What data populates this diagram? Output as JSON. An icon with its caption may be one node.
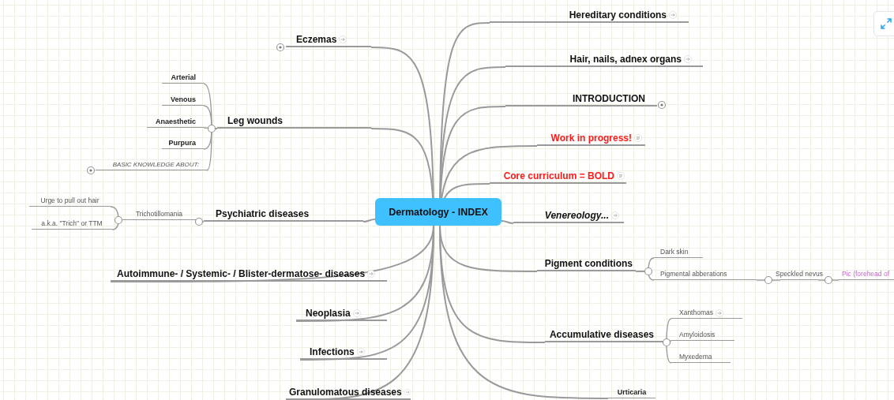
{
  "diagram": {
    "nodes": [
      {
        "text": [
          "Dermatology - INDEX"
        ]
      },
      {
        "text": [
          "Hereditary conditions"
        ]
      },
      {
        "text": [
          "Eczemas"
        ]
      },
      {
        "text": [
          "Hair, nails, adnex organs"
        ]
      },
      {
        "text": [
          "Arterial"
        ]
      },
      {
        "text": [
          "INTRODUCTION"
        ]
      },
      {
        "text": [
          "Venous"
        ]
      },
      {
        "text": [
          "Leg wounds"
        ]
      },
      {
        "text": [
          "Anaesthetic"
        ]
      },
      {
        "text": [
          "Purpura"
        ]
      },
      {
        "text": [
          "Work in progress!"
        ]
      },
      {
        "text": [
          "BASIC KNOWLEDGE ABOUT:"
        ]
      },
      {
        "text": [
          "Core curriculum = BOLD"
        ]
      },
      {
        "text": [
          "Urge to pull out hair"
        ]
      },
      {
        "text": [
          "Psychiatric diseases"
        ]
      },
      {
        "text": [
          "Trichotillomania"
        ]
      },
      {
        "text": [
          "a.k.a. \"Trich\" or TTM"
        ]
      },
      {
        "text": [
          "Venereology..."
        ]
      },
      {
        "text": [
          "Dark skin"
        ]
      },
      {
        "text": [
          "Pigment conditions"
        ]
      },
      {
        "text": [
          "Pigmental abberations"
        ]
      },
      {
        "text": [
          "Speckled nevus"
        ]
      },
      {
        "text": [
          "Pic (forehead of"
        ]
      },
      {
        "text": [
          "Autoimmune- / Systemic- / Blister-dermatose- diseases"
        ]
      },
      {
        "text": [
          "Xanthomas"
        ]
      },
      {
        "text": [
          "Neoplasia"
        ]
      },
      {
        "text": [
          "Accumulative diseases"
        ]
      },
      {
        "text": [
          "Amyloidosis"
        ]
      },
      {
        "text": [
          "Myxedema"
        ]
      },
      {
        "text": [
          "Infections"
        ]
      },
      {
        "text": [
          "Urticaria"
        ]
      },
      {
        "text": [
          "Granulomatous diseases"
        ]
      }
    ],
    "edges": [
      {
        "from": 0,
        "to": 1,
        "arrow": "none"
      },
      {
        "from": 0,
        "to": 2,
        "arrow": "none"
      },
      {
        "from": 0,
        "to": 3,
        "arrow": "none"
      },
      {
        "from": 0,
        "to": 5,
        "arrow": "none"
      },
      {
        "from": 0,
        "to": 7,
        "arrow": "none"
      },
      {
        "from": 0,
        "to": 10,
        "arrow": "none"
      },
      {
        "from": 0,
        "to": 12,
        "arrow": "none"
      },
      {
        "from": 0,
        "to": 14,
        "arrow": "none"
      },
      {
        "from": 0,
        "to": 17,
        "arrow": "none"
      },
      {
        "from": 0,
        "to": 19,
        "arrow": "none"
      },
      {
        "from": 0,
        "to": 23,
        "arrow": "none"
      },
      {
        "from": 0,
        "to": 25,
        "arrow": "none"
      },
      {
        "from": 0,
        "to": 26,
        "arrow": "none"
      },
      {
        "from": 0,
        "to": 29,
        "arrow": "none"
      },
      {
        "from": 0,
        "to": 30,
        "arrow": "none"
      },
      {
        "from": 0,
        "to": 31,
        "arrow": "none"
      },
      {
        "from": 7,
        "to": 4,
        "arrow": "none"
      },
      {
        "from": 7,
        "to": 6,
        "arrow": "none"
      },
      {
        "from": 7,
        "to": 8,
        "arrow": "none"
      },
      {
        "from": 7,
        "to": 9,
        "arrow": "none"
      },
      {
        "from": 7,
        "to": 11,
        "arrow": "none"
      },
      {
        "from": 14,
        "to": 15,
        "arrow": "none"
      },
      {
        "from": 15,
        "to": 13,
        "arrow": "none"
      },
      {
        "from": 15,
        "to": 16,
        "arrow": "none"
      },
      {
        "from": 19,
        "to": 18,
        "arrow": "none"
      },
      {
        "from": 19,
        "to": 20,
        "arrow": "none"
      },
      {
        "from": 20,
        "to": 21,
        "arrow": "none"
      },
      {
        "from": 21,
        "to": 22,
        "arrow": "none"
      },
      {
        "from": 26,
        "to": 24,
        "arrow": "none"
      },
      {
        "from": 26,
        "to": 27,
        "arrow": "none"
      },
      {
        "from": 26,
        "to": 28,
        "arrow": "none"
      }
    ]
  }
}
